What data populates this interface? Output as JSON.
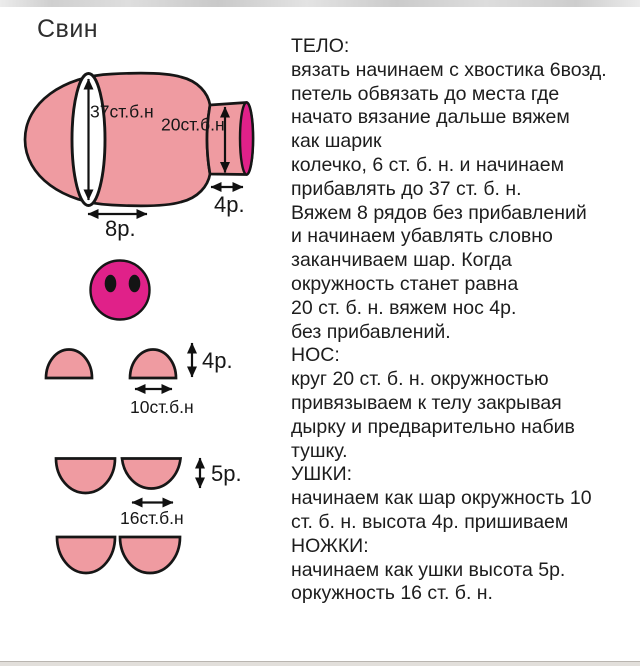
{
  "title": "Свин",
  "colors": {
    "body_pink": "#EF9BA1",
    "magenta": "#E02189",
    "outline": "#161616"
  },
  "diagram": {
    "body": {
      "circumference_label": "37ст.б.н",
      "snout_circumference_label": "20ст.б.н",
      "snout_rows_label": "4р.",
      "body_rows_label": "8р."
    },
    "ears": {
      "rows_label": "4р.",
      "stitches_label": "10ст.б.н"
    },
    "legs": {
      "rows_label": "5р.",
      "stitches_label": "16ст.б.н"
    }
  },
  "instructions": {
    "lines": [
      "ТЕЛО:",
      "вязать начинаем с хвостика 6возд.",
      "петель обвязать до места где",
      "начато вязание дальше вяжем",
      "как шарик",
      "колечко, 6 ст. б. н. и начинаем",
      "прибавлять до 37 ст. б. н.",
      "Вяжем 8 рядов без прибавлений",
      "и начинаем убавлять словно",
      "заканчиваем шар. Когда",
      "окружность станет равна",
      "20 ст. б. н. вяжем нос 4р.",
      "без прибавлений.",
      "НОС:",
      "круг 20 ст. б. н. окружностью",
      "привязываем к телу закрывая",
      "дырку и предварительно набив",
      "тушку.",
      "УШКИ:",
      "начинаем как шар окружность 10",
      "ст. б. н. высота 4р. пришиваем",
      "НОЖКИ:",
      "начинаем как ушки высота 5р.",
      "оркужность 16 ст. б. н."
    ]
  }
}
